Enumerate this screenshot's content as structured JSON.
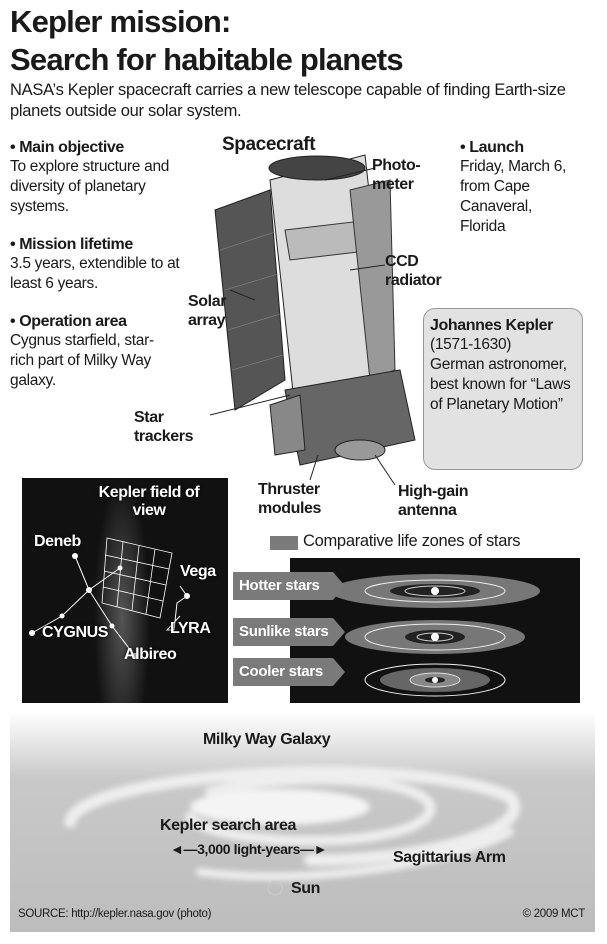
{
  "title": {
    "line1": "Kepler mission:",
    "line2": "Search for habitable planets"
  },
  "subtitle": "NASA’s Kepler spacecraft carries a new telescope capable of finding Earth-size planets outside our solar system.",
  "facts": [
    {
      "label": "• Main objective",
      "text": "To explore structure and diversity of planetary systems."
    },
    {
      "label": "• Mission lifetime",
      "text": "3.5 years, extendible to at least 6 years."
    },
    {
      "label": "• Operation area",
      "text": "Cygnus starfield, star-rich part of Milky Way galaxy."
    }
  ],
  "launch": {
    "label": "• Launch",
    "text": "Friday, March 6, from Cape Canaveral, Florida"
  },
  "spacecraft": {
    "heading": "Spacecraft",
    "parts": {
      "photometer": "Photo-meter",
      "ccd": "CCD radiator",
      "solar": "Solar array",
      "star": "Star trackers",
      "thruster": "Thruster modules",
      "antenna": "High-gain antenna"
    }
  },
  "kepler_box": {
    "name": "Johannes Kepler",
    "years": "(1571-1630)",
    "text": "German astronomer, best known for “Laws of Planetary Motion”"
  },
  "starfield": {
    "field": "Kepler field of view",
    "deneb": "Deneb",
    "vega": "Vega",
    "cygnus": "CYGNUS",
    "lyra": "LYRA",
    "albireo": "Albireo"
  },
  "life_zones": {
    "legend": "Comparative life zones of stars",
    "hotter": "Hotter stars",
    "sunlike": "Sunlike stars",
    "cooler": "Cooler stars",
    "legend_color": "#7a7a7a"
  },
  "galaxy": {
    "title": "Milky Way Galaxy",
    "search": "Kepler search area",
    "distance": "3,000 light-years",
    "arm": "Sagittarius Arm",
    "sun": "Sun"
  },
  "footer": {
    "source": "SOURCE: http://kepler.nasa.gov (photo)",
    "credit": "© 2009 MCT"
  }
}
